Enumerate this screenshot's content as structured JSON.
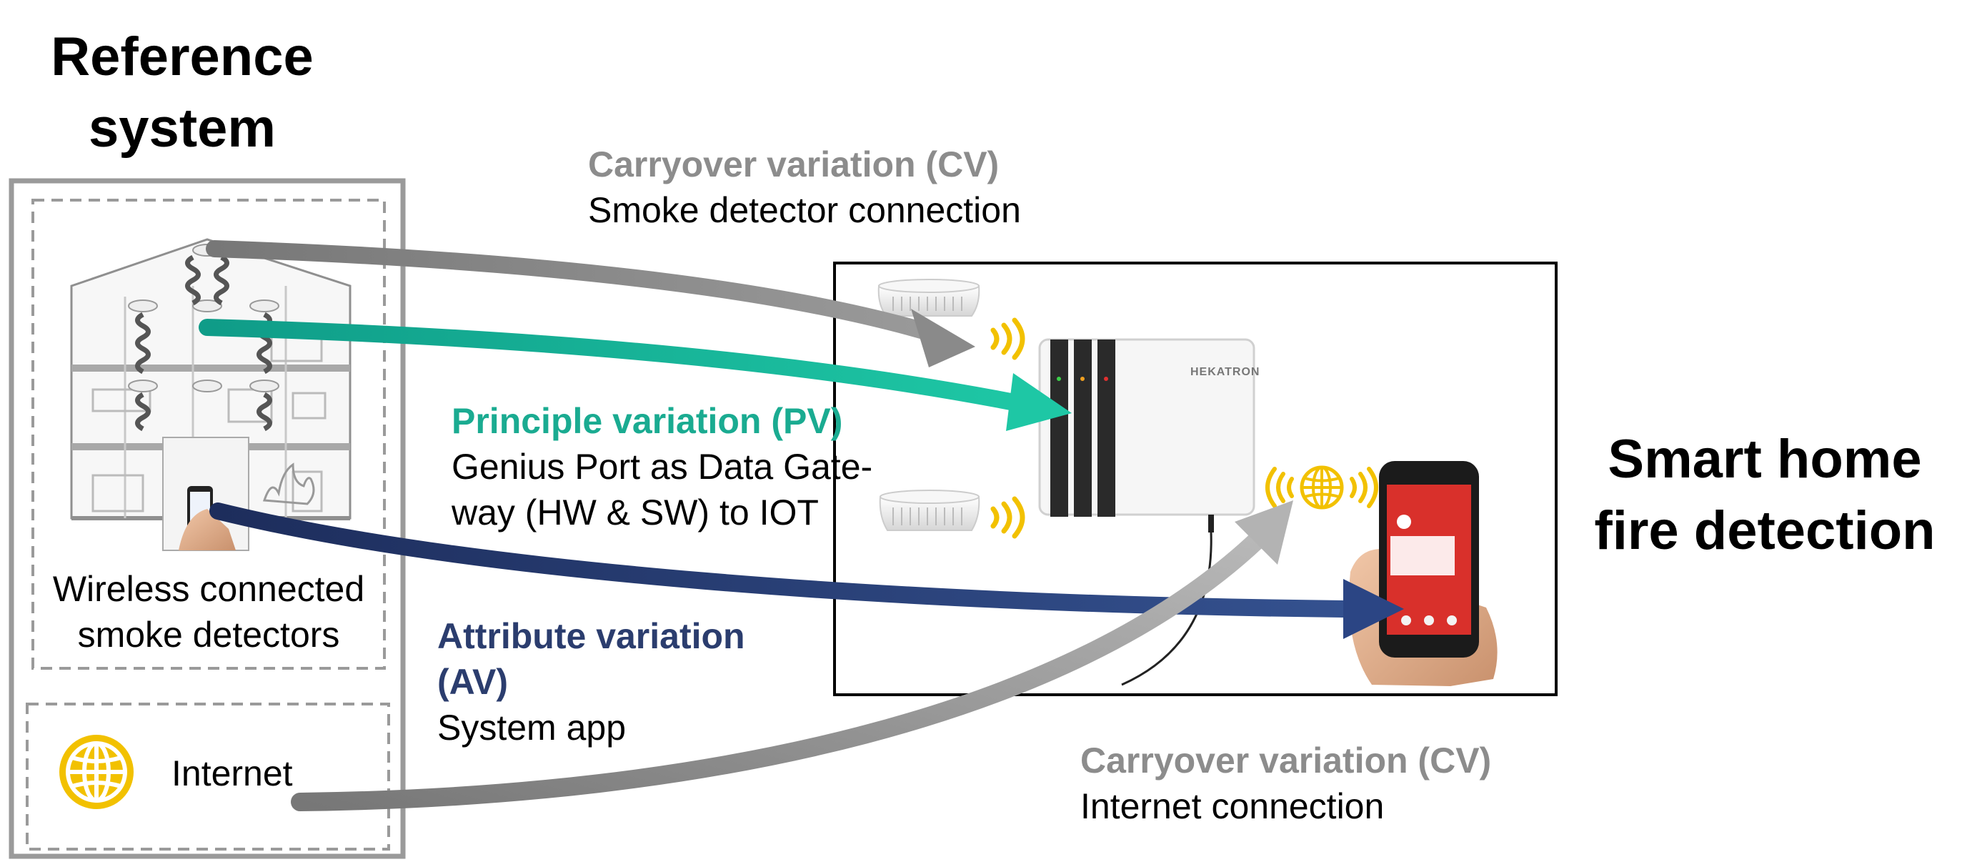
{
  "reference": {
    "title_line1": "Reference",
    "title_line2": "system",
    "detectors_line1": "Wireless connected",
    "detectors_line2": "smoke detectors",
    "internet_label": "Internet"
  },
  "target": {
    "title_line1": "Smart home",
    "title_line2": "fire detection",
    "gateway_brand": "HEKATRON"
  },
  "variations": {
    "cv_top": {
      "title": "Carryover variation (CV)",
      "body": "Smoke detector connection",
      "color": "#8c8c8c"
    },
    "pv": {
      "title": "Principle variation (PV)",
      "body_line1": "Genius Port as Data Gate-",
      "body_line2": "way (HW & SW) to IOT",
      "color": "#1aab91"
    },
    "av": {
      "title_line1": "Attribute variation",
      "title_line2": "(AV)",
      "body": "System app",
      "color": "#2b3d6e"
    },
    "cv_bottom": {
      "title": "Carryover variation (CV)",
      "body": "Internet connection",
      "color": "#8c8c8c"
    }
  },
  "colors": {
    "grey_arrow": "#8a8a8a",
    "light_grey_arrow": "#a6a6a6",
    "teal_arrow": "#17b89a",
    "navy_arrow": "#263a70",
    "wifi_yellow": "#f2c100",
    "phone_red": "#d9302b"
  },
  "icons": [
    "globe-icon",
    "wifi-signal-icon",
    "smoke-detector-icon",
    "smartphone-icon",
    "house-icon",
    "gateway-icon"
  ]
}
